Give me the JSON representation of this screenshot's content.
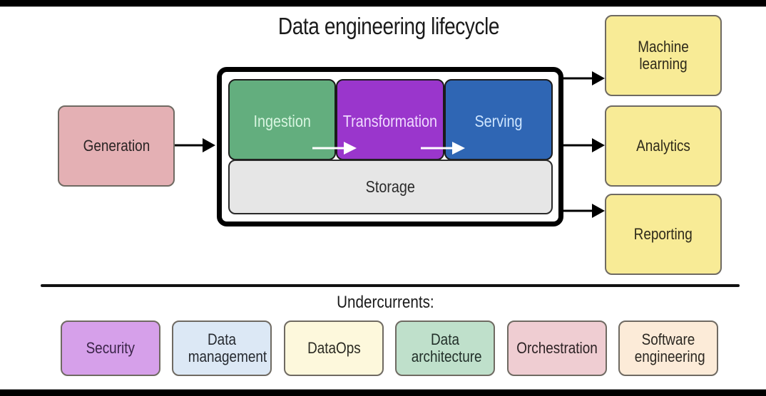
{
  "title": "Data engineering lifecycle",
  "source": {
    "label": "Generation",
    "color": "#e4b0b4"
  },
  "lifecycle": {
    "stages": [
      {
        "label": "Ingestion",
        "color": "#63ae7e"
      },
      {
        "label": "Transformation",
        "color": "#9a36cc"
      },
      {
        "label": "Serving",
        "color": "#2f66b4"
      }
    ],
    "storage": {
      "label": "Storage",
      "color": "#e6e6e6"
    }
  },
  "outputs": [
    {
      "label": "Machine learning",
      "color": "#f8eb96"
    },
    {
      "label": "Analytics",
      "color": "#f8eb96"
    },
    {
      "label": "Reporting",
      "color": "#f8eb96"
    }
  ],
  "undercurrents": {
    "title": "Undercurrents:",
    "items": [
      {
        "label": "Security",
        "color": "#d6a0ea"
      },
      {
        "label": "Data management",
        "color": "#dce8f5"
      },
      {
        "label": "DataOps",
        "color": "#fdf8dc"
      },
      {
        "label": "Data architecture",
        "color": "#bfe0cb"
      },
      {
        "label": "Orchestration",
        "color": "#efcdd2"
      },
      {
        "label": "Software engineering",
        "color": "#fcebd8"
      }
    ]
  }
}
